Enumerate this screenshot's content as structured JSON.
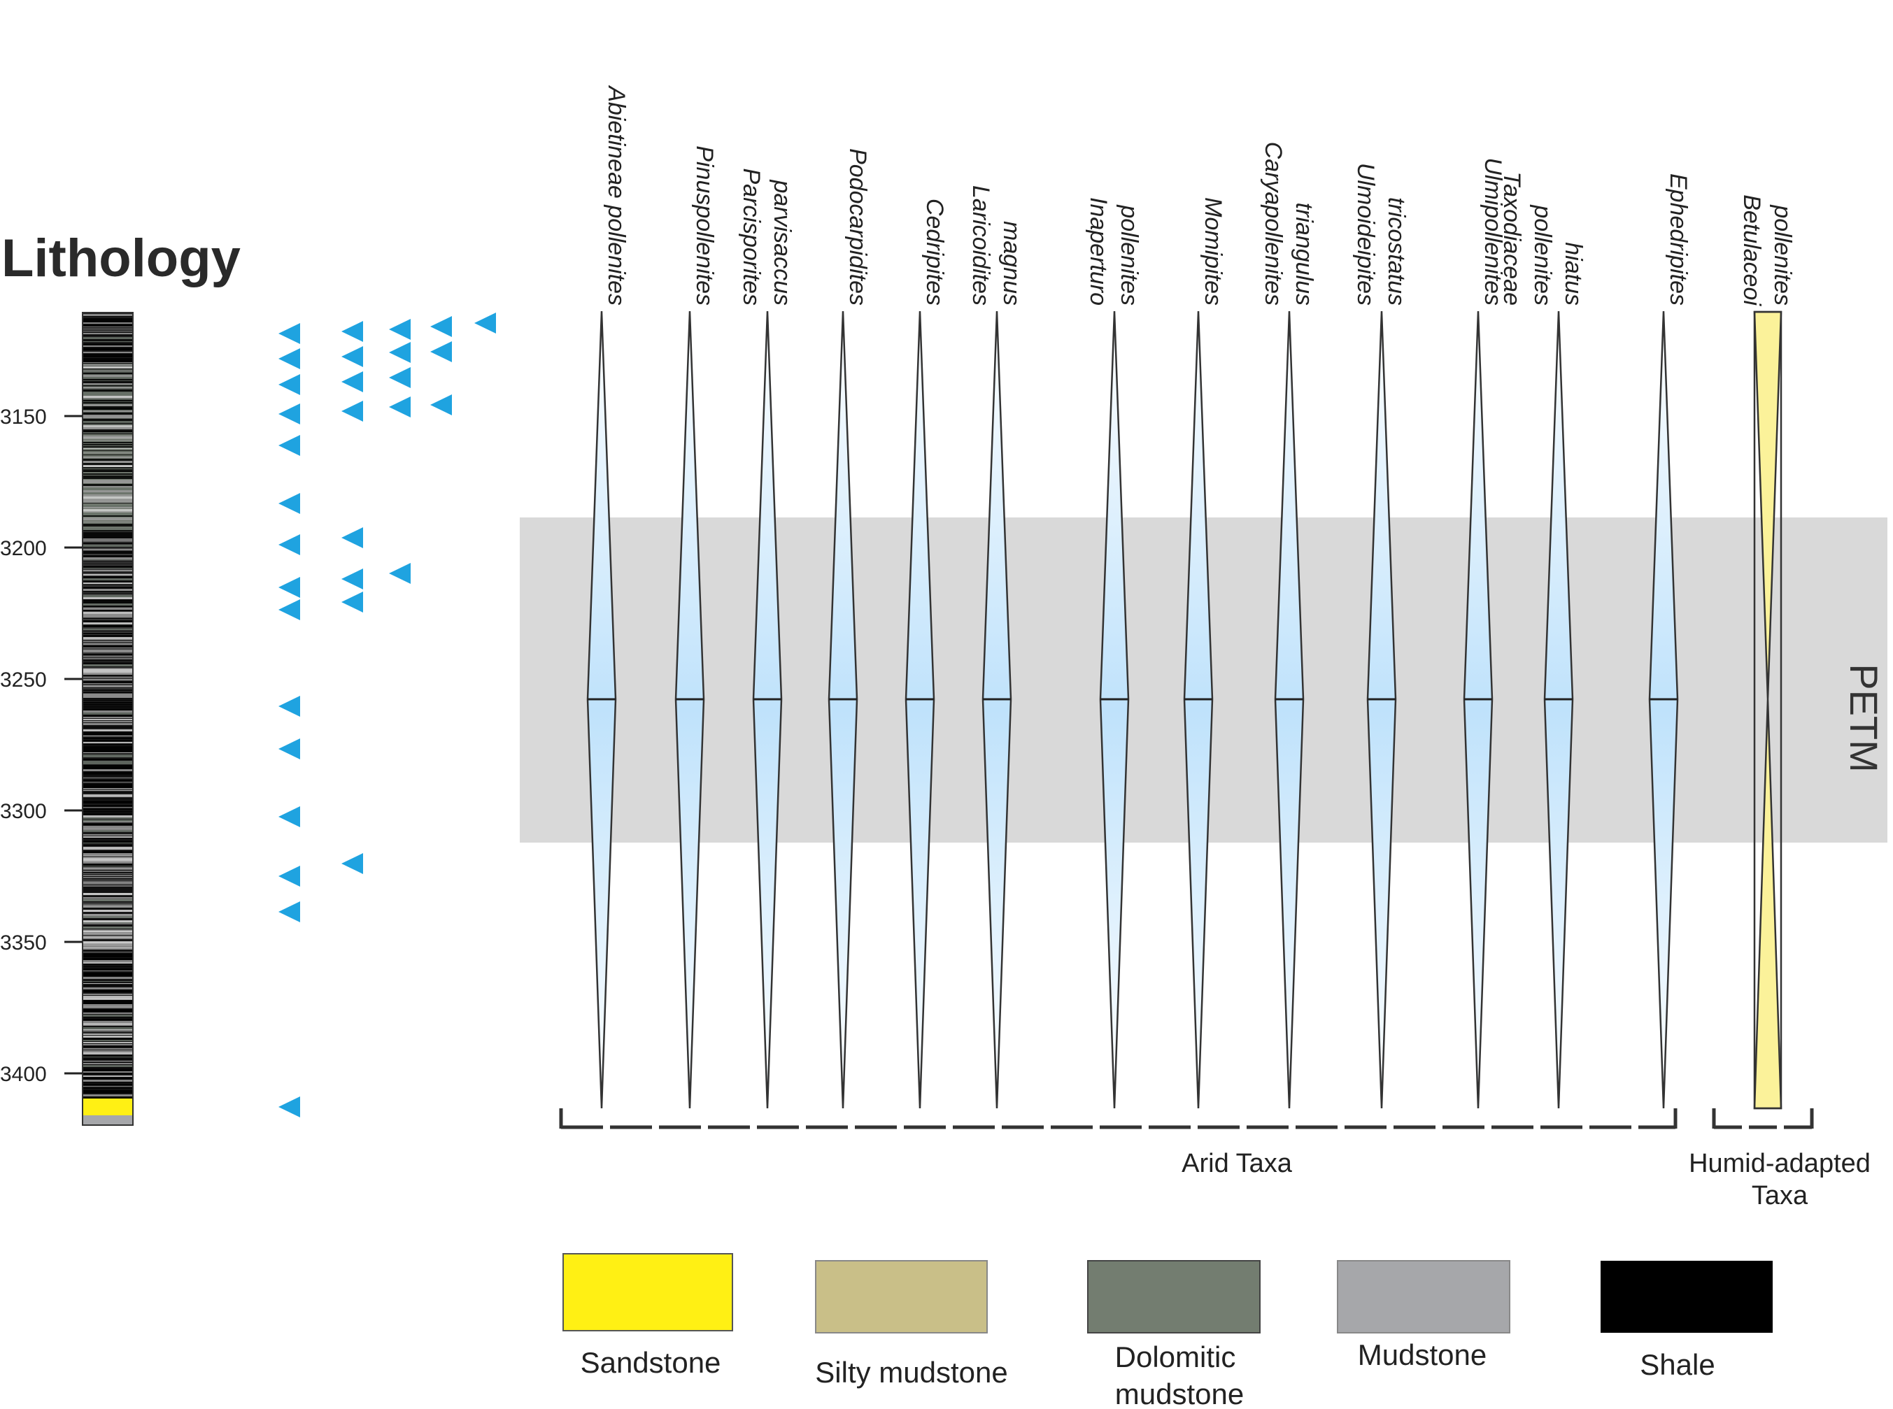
{
  "title": "Lithology",
  "depth_ticks": [
    "3150",
    "3200",
    "3250",
    "3300",
    "3350",
    "3400"
  ],
  "petm_label": "PETM",
  "taxa": [
    {
      "lines": [
        "Abietineae pollenites"
      ]
    },
    {
      "lines": [
        "Pinuspollenites"
      ]
    },
    {
      "lines": [
        "Parcisporites",
        "parvisaccus"
      ]
    },
    {
      "lines": [
        "Podocarpidites"
      ]
    },
    {
      "lines": [
        "Cedripites"
      ]
    },
    {
      "lines": [
        "Laricoidites",
        "magnus"
      ]
    },
    {
      "lines": [
        "Inaperturo",
        "pollenites"
      ]
    },
    {
      "lines": [
        "Momipites"
      ]
    },
    {
      "lines": [
        "Caryapollenites",
        "triangulus"
      ]
    },
    {
      "lines": [
        "Ulmoideipites",
        "tricostatus"
      ]
    },
    {
      "lines": [
        "Ulmipollenites"
      ]
    },
    {
      "lines": [
        "Taxodiaceae",
        "pollenites",
        "hiatus"
      ]
    },
    {
      "lines": [
        "Ephedripites"
      ]
    },
    {
      "lines": [
        "Betulaceoi",
        "pollenites"
      ]
    }
  ],
  "groups": {
    "arid": "Arid Taxa",
    "humid_line1": "Humid-adapted",
    "humid_line2": "Taxa"
  },
  "legend": [
    {
      "label_lines": [
        "Sandstone"
      ],
      "color": "#fff014"
    },
    {
      "label_lines": [
        "Silty mudstone"
      ],
      "color": "#c9bf88"
    },
    {
      "label_lines": [
        "Dolomitic",
        "mudstone"
      ],
      "color": "#737d70"
    },
    {
      "label_lines": [
        "Mudstone"
      ],
      "color": "#a6a7aa"
    },
    {
      "label_lines": [
        "Shale"
      ],
      "color": "#000000"
    }
  ],
  "colors": {
    "marker": "#1fa3e0",
    "petm_band": "#d9d9d9",
    "sandstone": "#fff014",
    "humid_taxa_fill": "#fbf29a",
    "arid_spindle_center": "#bfe2fb"
  }
}
